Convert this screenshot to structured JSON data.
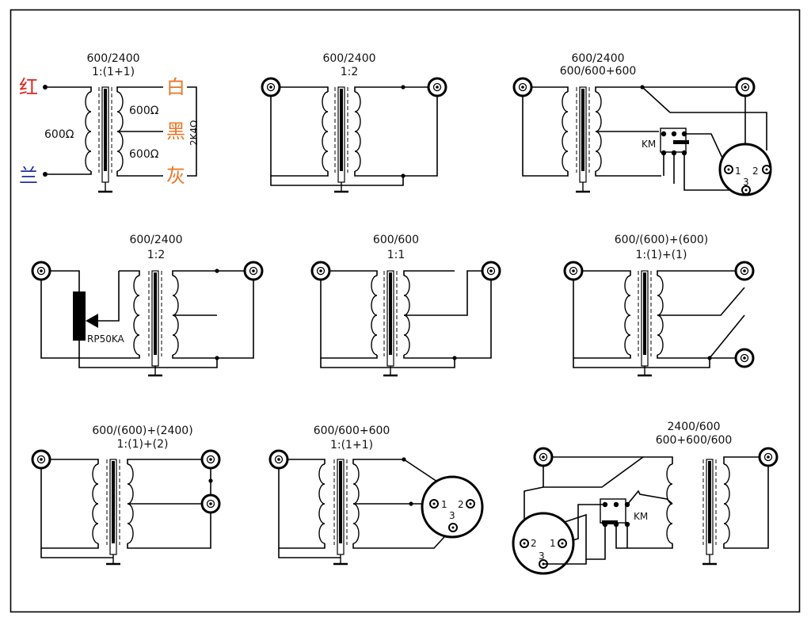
{
  "labels": {
    "p1_a": "600/2400",
    "p1_b": "1:(1+1)",
    "p1_l600": "600Ω",
    "p1_r1": "600Ω",
    "p1_r2": "600Ω",
    "p1_2k4": "2K4Ω",
    "p1_red": "红",
    "p1_blue": "兰",
    "p1_white": "白",
    "p1_black": "黑",
    "p1_gray": "灰",
    "p2_a": "600/2400",
    "p2_b": "1:2",
    "p3_a": "600/2400",
    "p3_b": "600/600+600",
    "p3_km": "KM",
    "p3_x1": "1",
    "p3_x2": "2",
    "p3_x3": "3",
    "p4_a": "600/2400",
    "p4_b": "1:2",
    "p4_rp": "RP50KA",
    "p5_a": "600/600",
    "p5_b": "1:1",
    "p6_a": "600/(600)+(600)",
    "p6_b": "1:(1)+(1)",
    "p7_a": "600/(600)+(2400)",
    "p7_b": "1:(1)+(2)",
    "p8_a": "600/600+600",
    "p8_b": "1:(1+1)",
    "p8_x1": "1",
    "p8_x2": "2",
    "p8_x3": "3",
    "p9_a": "2400/600",
    "p9_b": "600+600/600",
    "p9_km": "KM",
    "p9_x1": "1",
    "p9_x2": "2",
    "p9_x3": "3"
  },
  "colors": {
    "red": "#e0241c",
    "blue": "#1f2f9e",
    "orange": "#e8772a"
  }
}
